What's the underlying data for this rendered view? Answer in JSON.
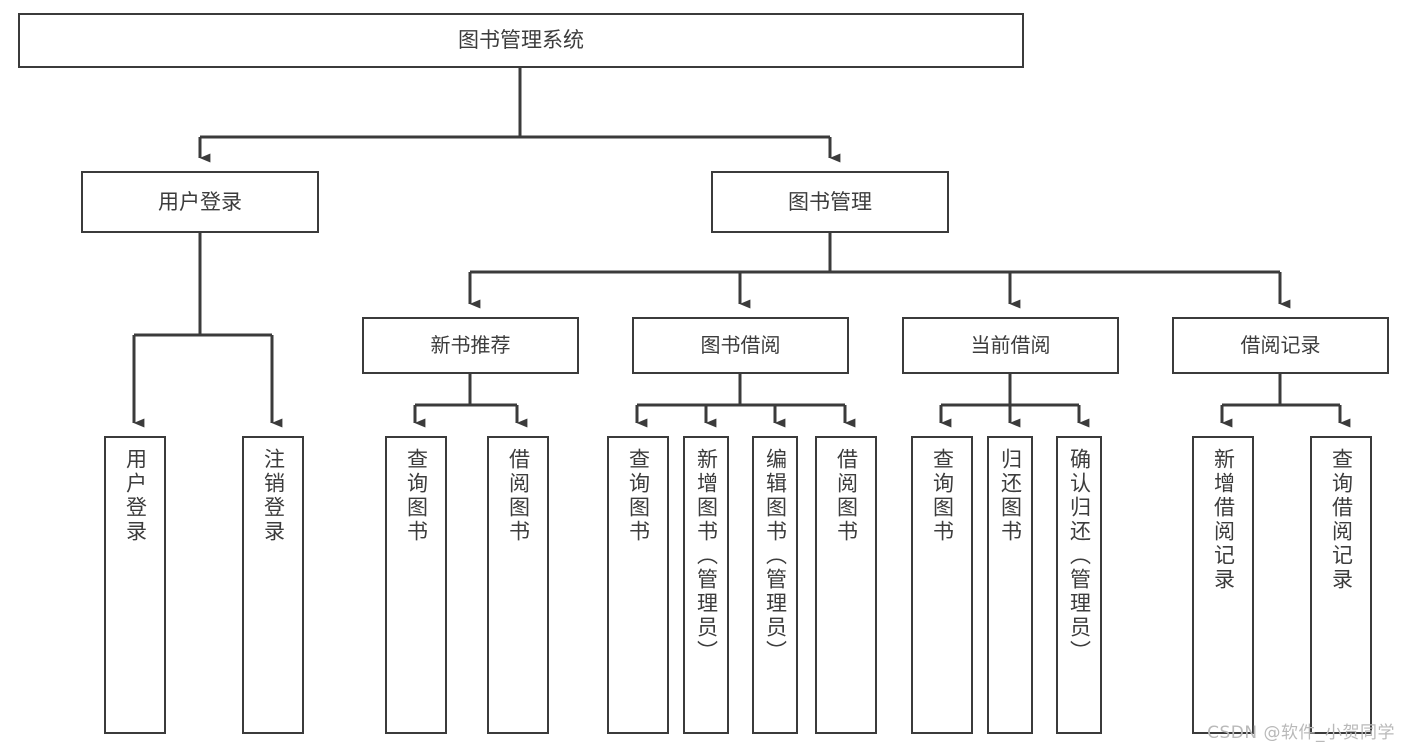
{
  "diagram": {
    "title": "图书管理系统",
    "type": "tree",
    "root": {
      "id": "root",
      "label": "图书管理系统"
    },
    "level2": [
      {
        "id": "user-login",
        "label": "用户登录"
      },
      {
        "id": "book-manage",
        "label": "图书管理"
      }
    ],
    "level3": [
      {
        "id": "new-book-rec",
        "label": "新书推荐"
      },
      {
        "id": "book-borrow",
        "label": "图书借阅"
      },
      {
        "id": "current-borrow",
        "label": "当前借阅"
      },
      {
        "id": "borrow-record",
        "label": "借阅记录"
      }
    ],
    "leaves": [
      {
        "id": "leaf-user-login",
        "parent": "user-login",
        "label": "用户登录"
      },
      {
        "id": "leaf-logout",
        "parent": "user-login",
        "label": "注销登录"
      },
      {
        "id": "leaf-query-book-1",
        "parent": "new-book-rec",
        "label": "查询图书"
      },
      {
        "id": "leaf-borrow-book-1",
        "parent": "new-book-rec",
        "label": "借阅图书"
      },
      {
        "id": "leaf-query-book-2",
        "parent": "book-borrow",
        "label": "查询图书"
      },
      {
        "id": "leaf-add-book",
        "parent": "book-borrow",
        "label": "新增图书（管理员）"
      },
      {
        "id": "leaf-edit-book",
        "parent": "book-borrow",
        "label": "编辑图书（管理员）"
      },
      {
        "id": "leaf-borrow-book-2",
        "parent": "book-borrow",
        "label": "借阅图书"
      },
      {
        "id": "leaf-query-book-3",
        "parent": "current-borrow",
        "label": "查询图书"
      },
      {
        "id": "leaf-return-book",
        "parent": "current-borrow",
        "label": "归还图书"
      },
      {
        "id": "leaf-confirm-return",
        "parent": "current-borrow",
        "label": "确认归还（管理员）"
      },
      {
        "id": "leaf-add-record",
        "parent": "borrow-record",
        "label": "新增借阅记录"
      },
      {
        "id": "leaf-query-record",
        "parent": "borrow-record",
        "label": "查询借阅记录"
      }
    ]
  },
  "watermark": {
    "text": "CSDN @软件_小贺同学"
  },
  "colors": {
    "stroke": "#3b3b3b",
    "text": "#3c3c3c",
    "background": "#ffffff",
    "watermark": "#b9b9b9"
  }
}
